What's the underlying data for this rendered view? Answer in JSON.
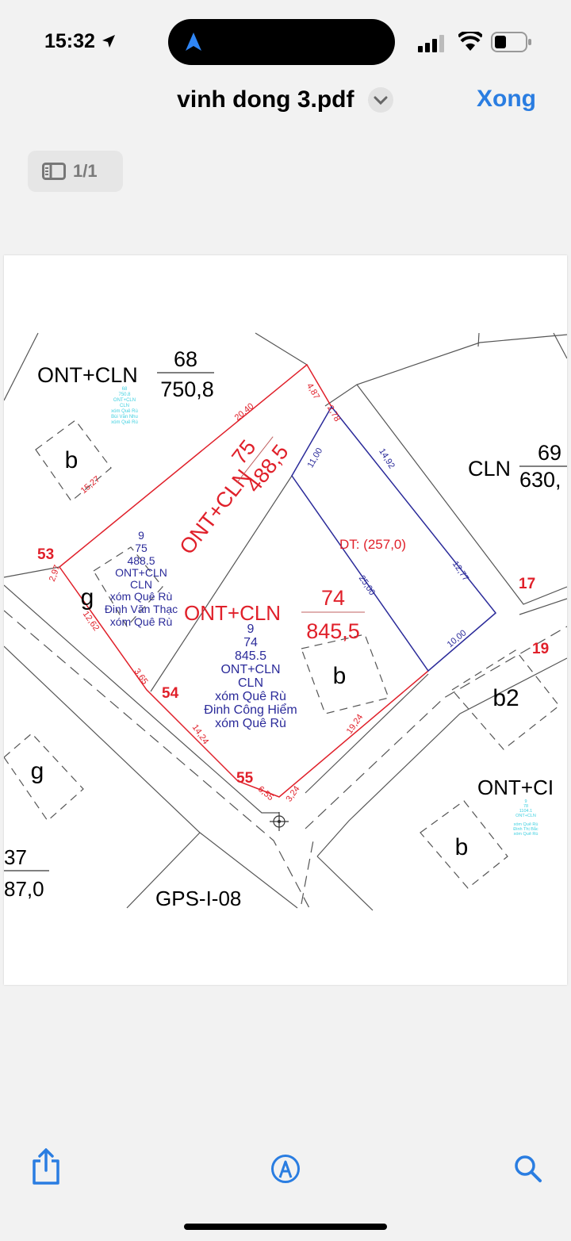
{
  "status_bar": {
    "time": "15:32",
    "icons": [
      "location-arrow-icon",
      "navigation-icon",
      "cellular-signal-icon",
      "wifi-icon",
      "battery-icon"
    ]
  },
  "header": {
    "title": "vinh dong 3.pdf",
    "done_label": "Xong",
    "accent": "#2a7de1"
  },
  "page_indicator": {
    "text": "1/1",
    "icon": "sidebar-icon"
  },
  "map": {
    "parcel_68": {
      "type": "ONT+CLN",
      "number": "68",
      "area": "750,8",
      "note": [
        "68",
        "750.8",
        "ONT+CLN",
        "CLN",
        "xóm Quê Rù",
        "Bùi Văn Nhu",
        "xóm Quê Rù"
      ]
    },
    "parcel_75": {
      "type": "ONT+CLN",
      "number": "75",
      "area": "488,5",
      "info": [
        "9",
        "75",
        "488.5",
        "ONT+CLN",
        "CLN",
        "xóm Quê Rù",
        "Đinh Văn Thạc",
        "xóm Quê Rù"
      ]
    },
    "parcel_74": {
      "type": "ONT+CLN",
      "number": "74",
      "area": "845,5",
      "info": [
        "9",
        "74",
        "845.5",
        "ONT+CLN",
        "CLN",
        "xóm Quê Rù",
        "Đinh Công Hiểm",
        "xóm Quê Rù"
      ]
    },
    "parcel_69": {
      "type": "CLN",
      "number": "69",
      "area": "630,"
    },
    "parcel_right_bottom": {
      "type": "ONT+CI",
      "note": [
        "9",
        "78",
        "1104.1",
        "ONT+CLN",
        "xóm Quê Rù",
        "Đinh Thị Bắc",
        "xóm Quê Rù"
      ]
    },
    "parcel_left_bottom": {
      "number": "37",
      "area": "87,0"
    },
    "sub_area": "DT: (257,0)",
    "points": [
      "53",
      "54",
      "55",
      "17",
      "19"
    ],
    "red_lengths": [
      "20,40",
      "15,27",
      "2,97",
      "12,62",
      "3,65",
      "14,24",
      "6,55",
      "3,24",
      "19,24",
      "4,87",
      "2,78"
    ],
    "blue_lengths": [
      "11,00",
      "14,92",
      "25,00",
      "12,77",
      "10,00"
    ],
    "building_labels": [
      "b",
      "g",
      "b",
      "b2",
      "g",
      "b"
    ],
    "gps_label": "GPS-I-08",
    "colors": {
      "red": "#e0202a",
      "blue": "#2b2b9a",
      "cyan": "#3fd0e0"
    }
  },
  "toolbar": {
    "icons": [
      "share-icon",
      "markup-icon",
      "search-icon"
    ]
  }
}
